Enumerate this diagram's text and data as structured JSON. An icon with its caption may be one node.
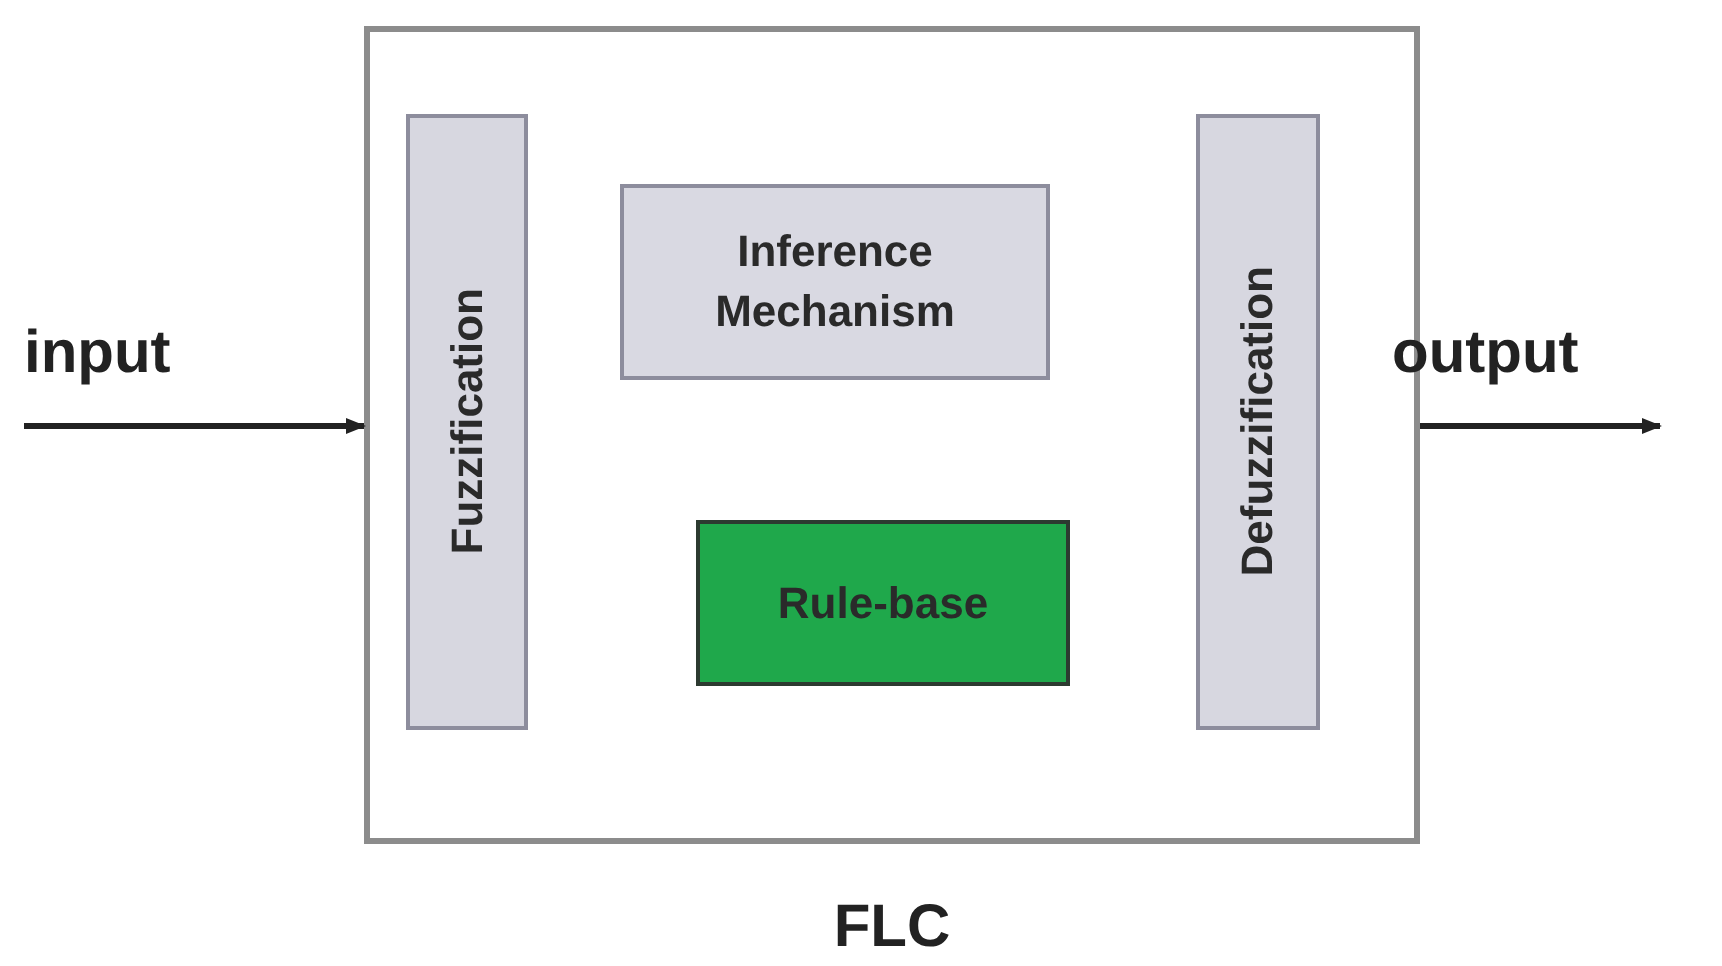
{
  "diagram": {
    "nodes": [
      {
        "text": [
          "FLC"
        ]
      },
      {
        "text": [
          "Fuzzification"
        ],
        "in": 0
      },
      {
        "text": [
          "Inference Mechanism"
        ],
        "in": 0
      },
      {
        "text": [
          "Rule-base"
        ],
        "in": 0
      },
      {
        "text": [
          "Defuzzification"
        ],
        "in": 0
      },
      {
        "text": [
          "input"
        ]
      },
      {
        "text": [
          "output"
        ]
      }
    ],
    "edges": [
      {
        "from": 5,
        "to": 0,
        "arrow": "to"
      },
      {
        "from": 0,
        "to": 6,
        "arrow": "to"
      }
    ]
  }
}
